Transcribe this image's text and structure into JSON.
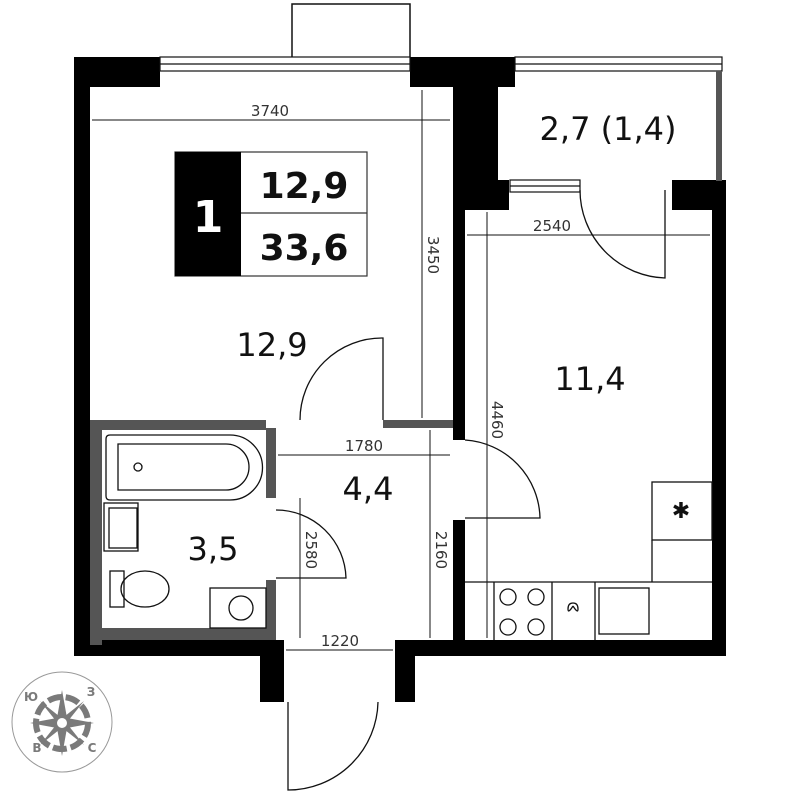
{
  "badge": {
    "rooms": "1",
    "living_area": "12,9",
    "total_area": "33,6"
  },
  "rooms": {
    "living_room": "12,9",
    "kitchen": "11,4",
    "balcony": "2,7 (1,4)",
    "hallway": "4,4",
    "bathroom": "3,5"
  },
  "dimensions": {
    "living_width": "3740",
    "living_depth": "3450",
    "kitchen_width": "2540",
    "kitchen_depth": "4460",
    "hall_width": "1780",
    "hall_depth": "2160",
    "bath_depth": "2580",
    "entry_width": "1220"
  },
  "compass": {
    "north": "С",
    "south": "Ю",
    "east": "В",
    "west": "З"
  },
  "colors": {
    "wall": "#000000",
    "partition": "#555555",
    "line": "#111111",
    "compass": "#7a7a7a"
  }
}
